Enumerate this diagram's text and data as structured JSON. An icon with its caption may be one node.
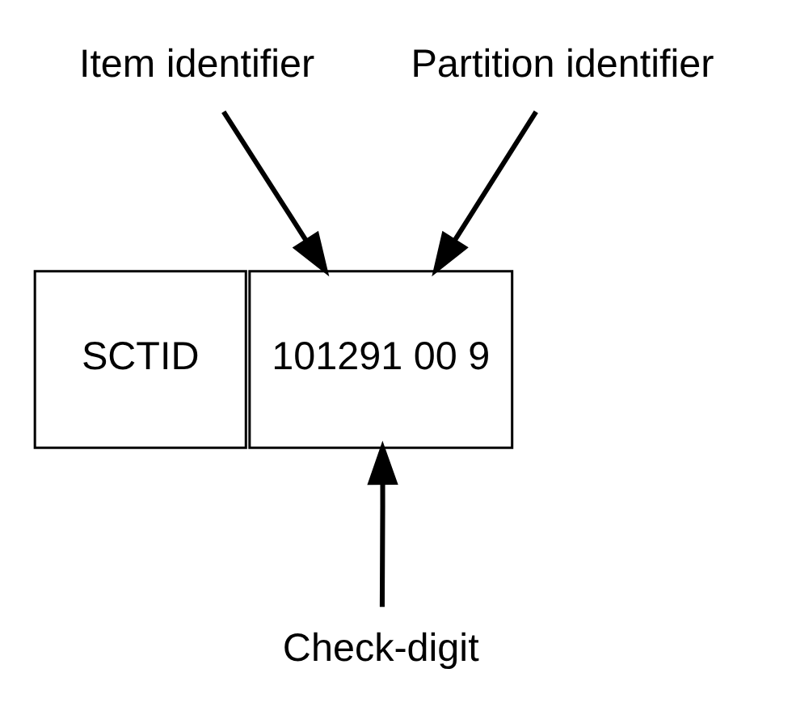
{
  "diagram": {
    "nodes": [
      {
        "text": [
          "Item identifier"
        ]
      },
      {
        "text": [
          "Partition identifier"
        ]
      },
      {
        "text": [
          "SCTID"
        ]
      },
      {
        "text": [
          "101291 00 9"
        ]
      },
      {
        "text": [
          "Check-digit"
        ]
      }
    ],
    "edges": [
      {
        "from": 0,
        "to": 3,
        "arrow": "to"
      },
      {
        "from": 1,
        "to": 3,
        "arrow": "to"
      },
      {
        "from": 4,
        "to": 3,
        "arrow": "to"
      }
    ]
  }
}
